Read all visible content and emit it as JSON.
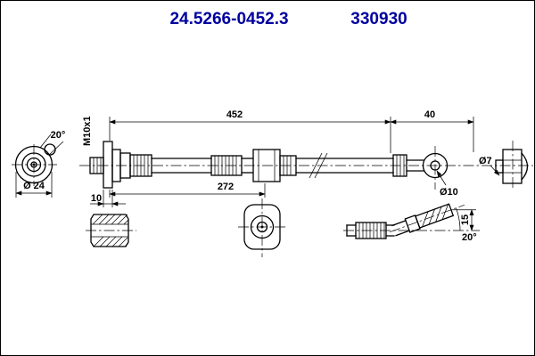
{
  "header": {
    "part_number": "24.5266-0452.3",
    "reference_number": "330930"
  },
  "labels": {
    "overall_length": "452",
    "end_section_length": "40",
    "intermediate_length": "272",
    "hex_length": "10",
    "thread_size": "M10x1",
    "flange_diameter": "Ø 24",
    "eye_bore_diameter": "Ø10",
    "pin_diameter": "Ø7",
    "end_offset": "15",
    "front_view_angle": "20°",
    "end_fitting_angle": "20°"
  },
  "colors": {
    "header_text": "#0000a0",
    "drawing_lines": "#000000",
    "background": "#ffffff"
  }
}
